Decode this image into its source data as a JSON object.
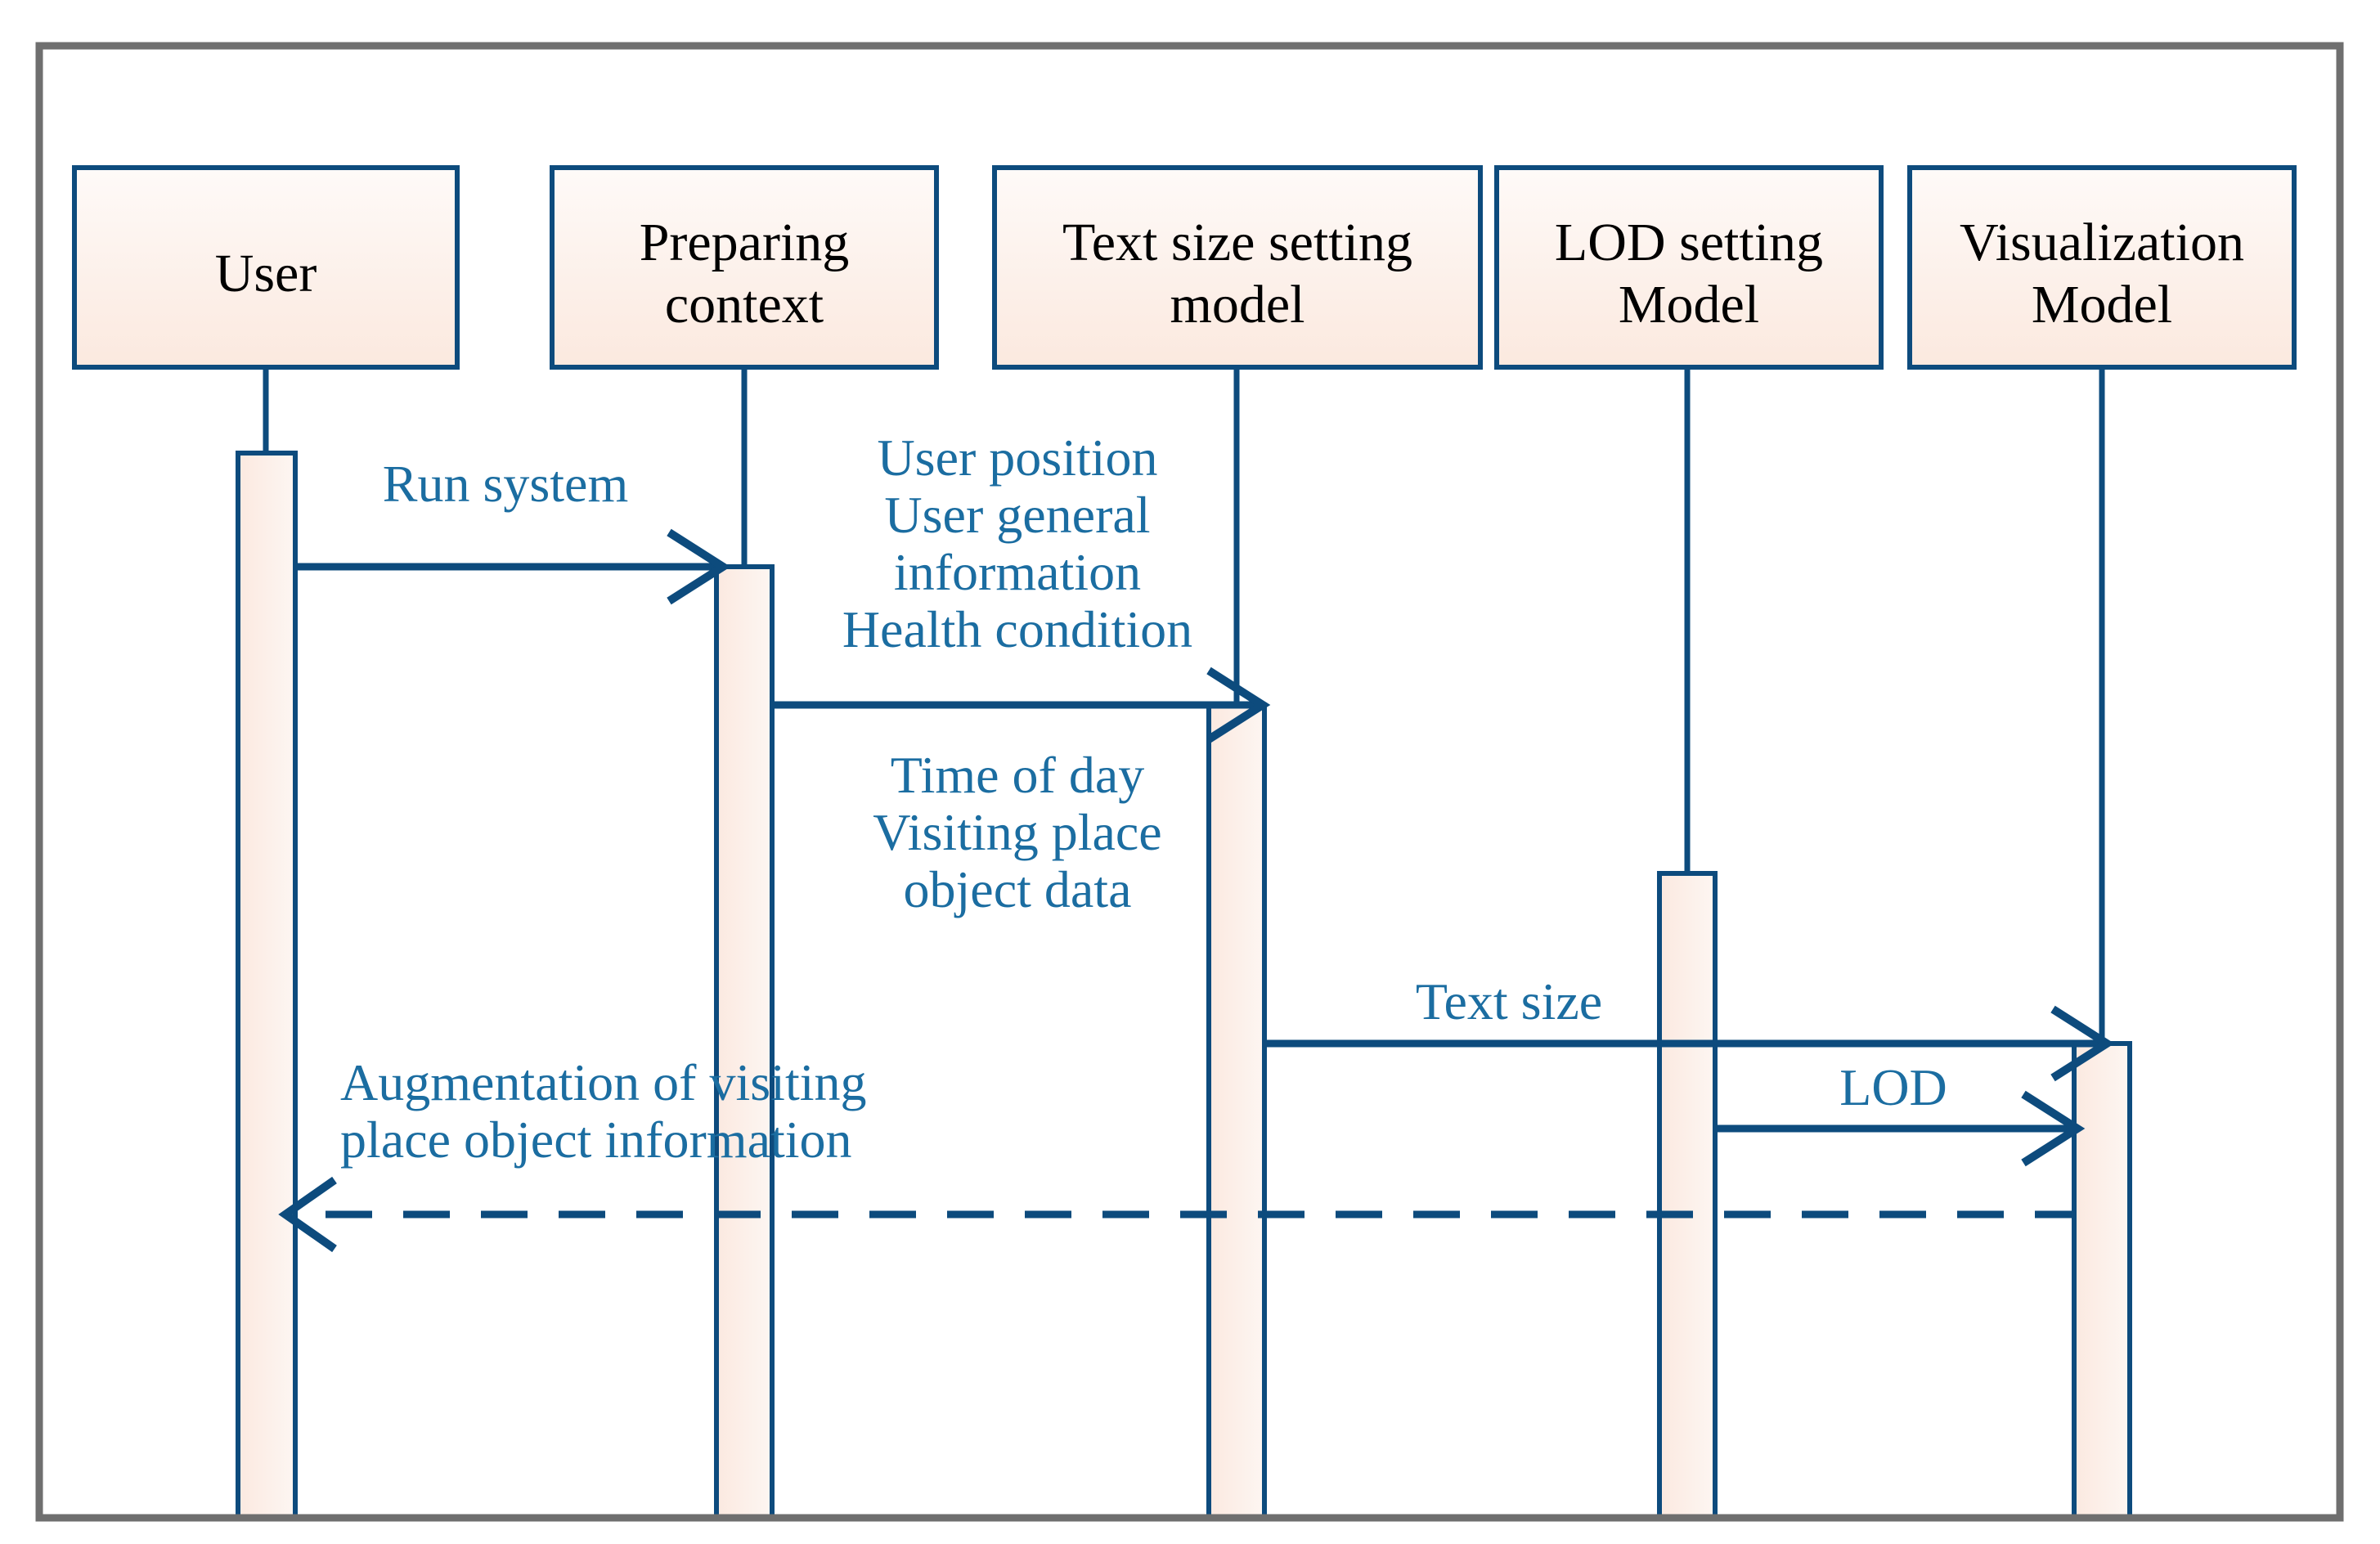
{
  "diagram_type": "uml-sequence-diagram",
  "colors": {
    "line_navy": "#0d4b7d",
    "label_blue": "#1b6da1",
    "frame_gray": "#6f6f6f",
    "box_fill_top": "#fefaf8",
    "box_fill_bottom": "#fbe9df",
    "bar_fill_left": "#fbe9e0",
    "bar_fill_right": "#fdf6f2",
    "actor_text": "#000000"
  },
  "actors": [
    {
      "id": "user",
      "label": "User"
    },
    {
      "id": "preparing-context",
      "label": "Preparing\ncontext"
    },
    {
      "id": "text-size-setting-model",
      "label": "Text size setting\nmodel"
    },
    {
      "id": "lod-setting-model",
      "label": "LOD setting\nModel"
    },
    {
      "id": "visualization-model",
      "label": "Visualization\nModel"
    }
  ],
  "messages": [
    {
      "id": "run-system",
      "from": "User",
      "to": "Preparing context",
      "label": "Run system",
      "style": "solid"
    },
    {
      "id": "context-data-upper",
      "from": "Preparing context",
      "to": "Text size setting model",
      "label": "User position\nUser general\ninformation\nHealth condition",
      "style": "solid"
    },
    {
      "id": "context-data-lower",
      "from": "Preparing context",
      "to": "Text size setting model",
      "label": "Time of day\nVisiting place\nobject data",
      "style": "solid"
    },
    {
      "id": "text-size",
      "from": "Text size setting model",
      "to": "Visualization Model",
      "label": "Text size",
      "style": "solid"
    },
    {
      "id": "lod",
      "from": "LOD setting Model",
      "to": "Visualization Model",
      "label": "LOD",
      "style": "solid"
    },
    {
      "id": "augmentation",
      "from": "Visualization Model",
      "to": "User",
      "label": "Augmentation of visiting\nplace object information",
      "style": "dashed"
    }
  ]
}
